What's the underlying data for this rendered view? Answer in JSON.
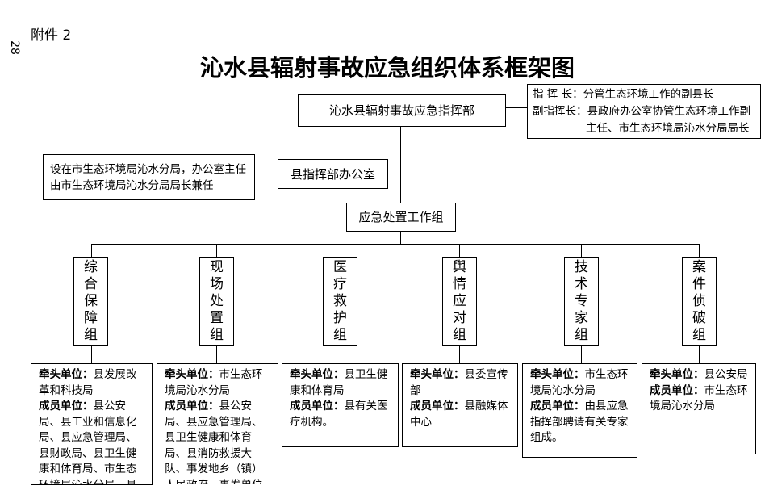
{
  "page": {
    "page_number": "28",
    "attachment_label": "附件 2",
    "title": "沁水县辐射事故应急组织体系框架图"
  },
  "diagram": {
    "command_center": "沁水县辐射事故应急指挥部",
    "leadership": {
      "commander_label": "指 挥 长：",
      "commander_text": "分管生态环境工作的副县长",
      "deputy_label": "副指挥长：",
      "deputy_text_1": "县政府办公室协管生态环境工作副",
      "deputy_text_2": "主任、市生态环境局沁水分局局长"
    },
    "office": "县指挥部办公室",
    "office_note": "设在市生态环境局沁水分局，办公室主任由市生态环境局沁水分局局长兼任",
    "working_group": "应急处置工作组",
    "lead_label": "牵头单位：",
    "member_label": "成员单位：",
    "groups": [
      {
        "name": [
          "综",
          "合",
          "保",
          "障",
          "组"
        ],
        "lead": "县发展改革和科技局",
        "members": "县公安局、县工业和信息化局、县应急管理局、县财政局、县卫生健康和体育局、市生态环境局沁水分局、县气象"
      },
      {
        "name": [
          "现",
          "场",
          "处",
          "置",
          "组"
        ],
        "lead": "市生态环境局沁水分局",
        "members": "县公安局、县应急管理局、县卫生健康和体育局、县消防救援大队、事发地乡（镇）人民政府、事发单位"
      },
      {
        "name": [
          "医",
          "疗",
          "救",
          "护",
          "组"
        ],
        "lead": "县卫生健康和体育局",
        "members": "县有关医疗机构。"
      },
      {
        "name": [
          "舆",
          "情",
          "应",
          "对",
          "组"
        ],
        "lead": "县委宣传部",
        "members": "县融媒体中心"
      },
      {
        "name": [
          "技",
          "术",
          "专",
          "家",
          "组"
        ],
        "lead": "市生态环境局沁水分局",
        "members": "由县应急指挥部聘请有关专家组成。"
      },
      {
        "name": [
          "案",
          "件",
          "侦",
          "破",
          "组"
        ],
        "lead": "县公安局",
        "members": "市生态环境局沁水分局"
      }
    ]
  }
}
